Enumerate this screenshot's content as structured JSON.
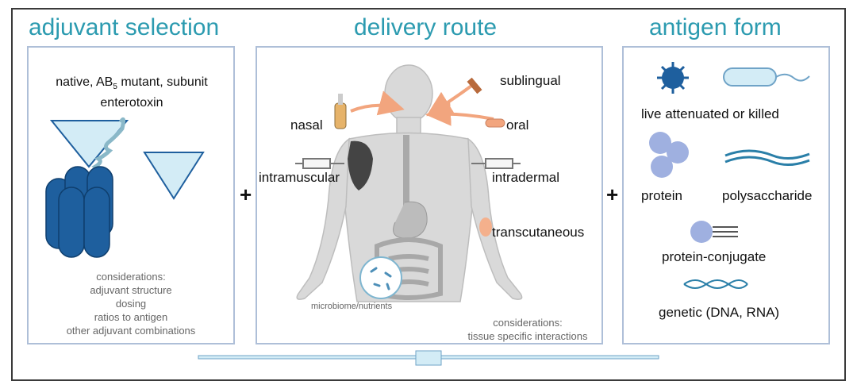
{
  "columns": {
    "adjuvant": {
      "title": "adjuvant selection",
      "label_line1": "native, AB",
      "label_sub": "5",
      "label_line1_rest": " mutant, subunit",
      "label_line2": "enterotoxin",
      "considerations": [
        "considerations:",
        "adjuvant structure",
        "dosing",
        "ratios to antigen",
        "other adjuvant combinations"
      ]
    },
    "delivery": {
      "title": "delivery route",
      "routes": {
        "sublingual": "sublingual",
        "nasal": "nasal",
        "oral": "oral",
        "intramuscular": "intramuscular",
        "intradermal": "intradermal",
        "transcutaneous": "transcutaneous"
      },
      "microbiome": "microbiome/nutrients",
      "considerations": [
        "considerations:",
        "tissue specific interactions"
      ]
    },
    "antigen": {
      "title": "antigen form",
      "forms": {
        "live": "live attenuated or killed",
        "protein": "protein",
        "polysaccharide": "polysaccharide",
        "conjugate": "protein-conjugate",
        "genetic": "genetic (DNA, RNA)"
      }
    }
  },
  "operators": {
    "plus1": "+",
    "plus2": "+"
  },
  "colors": {
    "title": "#2c9bb0",
    "panel_border": "#aebfd8",
    "toxin_dark": "#1e5f9e",
    "toxin_light": "#d3ecf6",
    "arrow": "#f2a57e"
  }
}
